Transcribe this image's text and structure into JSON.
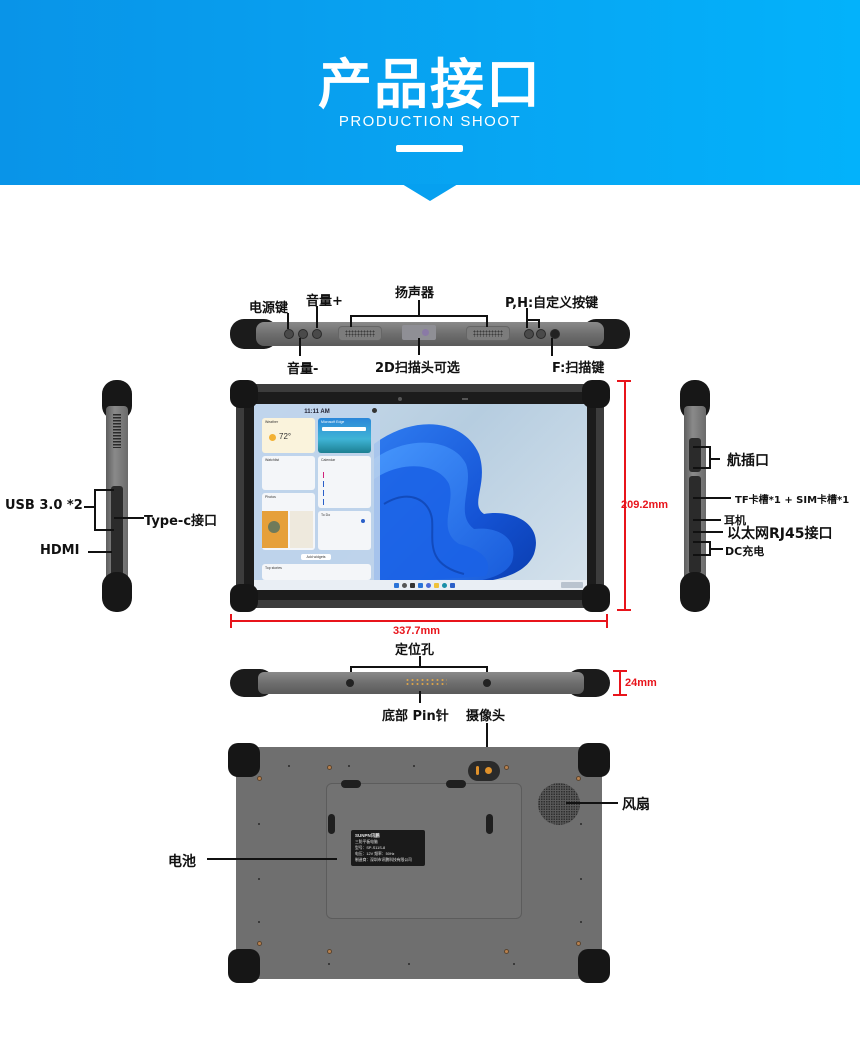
{
  "banner": {
    "title": "产品接口",
    "subtitle": "PRODUCTION SHOOT",
    "gradient_start": "#0994e8",
    "gradient_end": "#03b2fb"
  },
  "top_view": {
    "labels": {
      "power_key": "电源键",
      "volume_up": "音量+",
      "speaker": "扬声器",
      "custom_keys": "P,H:自定义按键",
      "volume_down": "音量-",
      "scanner": "2D扫描头可选",
      "scan_key": "F:扫描键"
    }
  },
  "left_view": {
    "labels": {
      "usb": "USB 3.0 *2",
      "type_c": "Type-c接口",
      "hdmi": "HDMI"
    }
  },
  "right_view": {
    "labels": {
      "aviation_plug": "航插口",
      "card_slots": "TF卡槽*1 + SIM卡槽*1",
      "earphone": "耳机",
      "ethernet": "以太网RJ45接口",
      "dc_charge": "DC充电"
    }
  },
  "front_view": {
    "height_dim": "209.2mm",
    "width_dim": "337.7mm",
    "dim_color": "#e8141b",
    "screen": {
      "clock": "11:11 AM",
      "weather_temp": "72°",
      "widget_titles": [
        "Weather",
        "Microsoft Edge",
        "Watchlist",
        "Calendar",
        "Photos",
        "To Do"
      ],
      "add_widgets": "Add widgets",
      "top_stories": "Top stories"
    }
  },
  "bottom_view": {
    "labels": {
      "locating_holes": "定位孔",
      "pogo_pins": "底部 Pin针",
      "camera": "摄像头"
    },
    "thickness_dim": "24mm"
  },
  "back_view": {
    "labels": {
      "fan": "风扇",
      "battery": "电池"
    },
    "nameplate": {
      "brand": "SUNPN讯鹏",
      "line1": "三防平板电脑",
      "line2": "型号：SP-S11S-8",
      "line3": "电压：12V  频率：50Hz",
      "line4": "制造商：深圳市讯鹏科技有限公司"
    }
  }
}
